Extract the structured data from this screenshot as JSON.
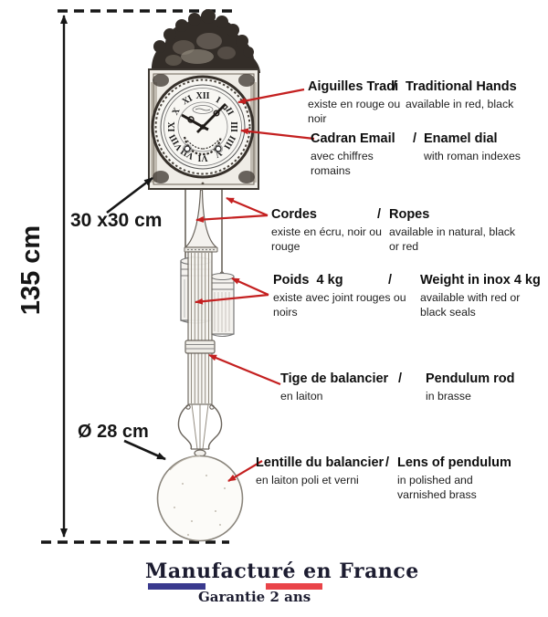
{
  "dimensions": {
    "height_label": "135 cm",
    "head_size_label": "30 x30 cm",
    "lens_diameter_label": "Ø 28 cm"
  },
  "separator": "/",
  "annotations": [
    {
      "fr_title": "Aiguilles Tradi",
      "en_title": "Traditional Hands",
      "fr_sub": "existe en rouge ou noir",
      "en_sub": "available in red, black"
    },
    {
      "fr_title": "Cadran Email",
      "en_title": "Enamel dial",
      "fr_sub": "avec chiffres romains",
      "en_sub": "with roman indexes"
    },
    {
      "fr_title": "Cordes",
      "en_title": "Ropes",
      "fr_sub": "existe en écru, noir ou rouge",
      "en_sub": "available in natural, black or red"
    },
    {
      "fr_title": "Poids  4 kg",
      "en_title": "Weight in inox 4 kg",
      "fr_sub": "existe avec joint rouges ou noirs",
      "en_sub": "available with red or black seals"
    },
    {
      "fr_title": "Tige de balancier",
      "en_title": "Pendulum rod",
      "fr_sub": "en laiton",
      "en_sub": "in brasse"
    },
    {
      "fr_title": "Lentille du balancier",
      "en_title": "Lens of pendulum",
      "fr_sub": "en laiton poli et verni",
      "en_sub": "in polished and varnished brass"
    }
  ],
  "clock": {
    "roman_numerals": [
      "XII",
      "I",
      "II",
      "III",
      "IIII",
      "V",
      "VI",
      "VII",
      "VIII",
      "IX",
      "X",
      "XI"
    ]
  },
  "footer": {
    "brand": "Manufacturé en France",
    "warranty": "Garantie 2 ans"
  },
  "colors": {
    "annotation_arrow_red": "#c42020",
    "flag_blue": "#3a3a8e",
    "flag_red": "#e94449",
    "ink": "#161616"
  }
}
